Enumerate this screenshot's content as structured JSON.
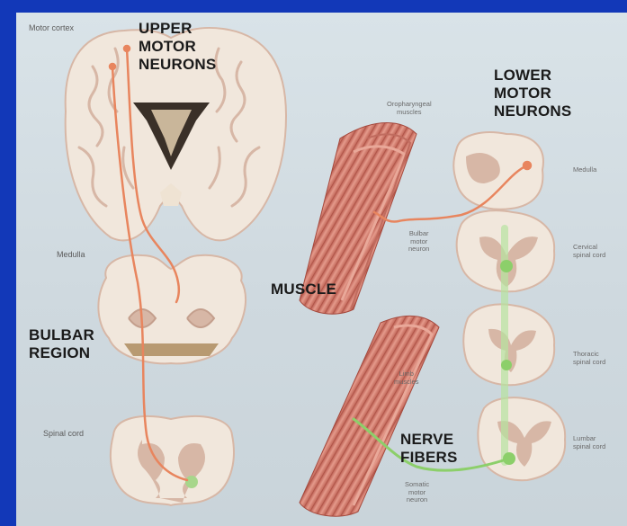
{
  "labels": {
    "upper_motor_neurons": "UPPER\nMOTOR\nNEURONS",
    "lower_motor_neurons": "LOWER\nMOTOR\nNEURONS",
    "bulbar_region": "BULBAR\nREGION",
    "muscle": "MUSCLE",
    "nerve_fibers": "NERVE\nFIBERS",
    "motor_cortex": "Motor cortex",
    "medulla_left": "Medulla",
    "spinal_cord": "Spinal cord",
    "oropharyngeal_muscles": "Oropharyngeal\nmuscles",
    "bulbar_motor_neuron": "Bulbar\nmotor\nneuron",
    "limb_muscles": "Limb\nmuscles",
    "somatic_motor_neuron": "Somatic\nmotor\nneuron",
    "medulla_right": "Medulla",
    "cervical_spinal_cord": "Cervical\nspinal cord",
    "thoracic_spinal_cord": "Thoracic\nspinal cord",
    "lumbar_spinal_cord": "Lumbar\nspinal cord"
  },
  "colors": {
    "frame": "#1238b8",
    "background": "#d9e3e8",
    "tissue": "#f1e7dc",
    "gray_matter": "#d7b7a6",
    "upper_neuron_pathway": "#e8855e",
    "lower_neuron_pathway": "#8ccf6a",
    "muscle": "#d9877a"
  }
}
